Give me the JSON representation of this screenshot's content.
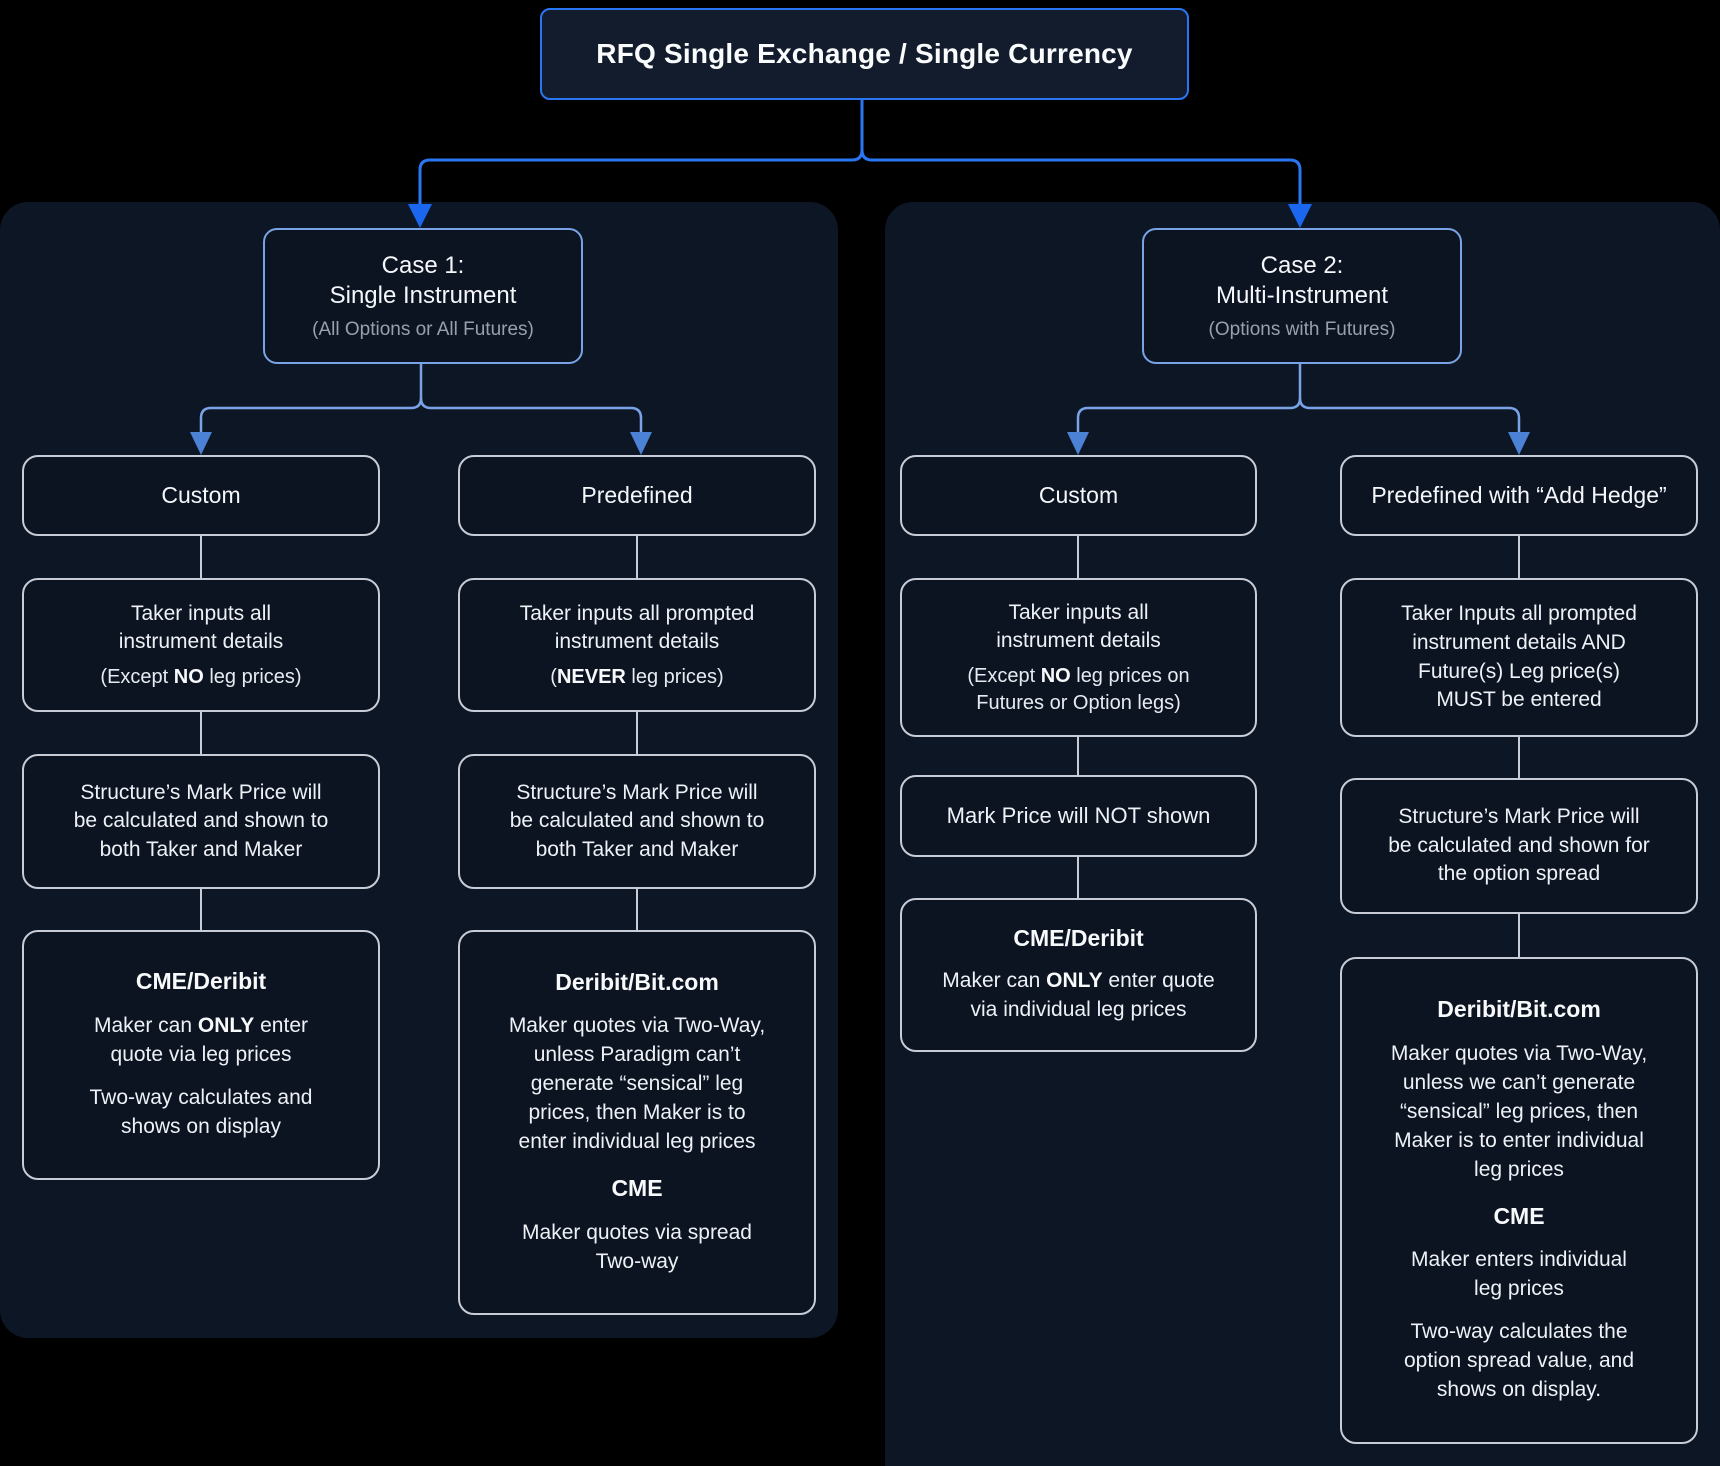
{
  "root": {
    "title": "RFQ Single Exchange / Single Currency"
  },
  "colors": {
    "accent_blue": "#2a76f2",
    "light_blue": "#7aa3e6",
    "box_border": "#c7ccd6",
    "panel_bg": "#0d1625",
    "box_bg": "#0c1422"
  },
  "case1": {
    "title_line1": "Case 1:",
    "title_line2": "Single Instrument",
    "subtitle": "(All Options or All Futures)",
    "custom": {
      "label": "Custom",
      "taker": {
        "l1": "Taker inputs all",
        "l2": "instrument details",
        "paren": {
          "pre": "(Except ",
          "bold": "NO",
          "post": " leg prices)"
        }
      },
      "mark": {
        "l1": "Structure’s Mark Price will",
        "l2": "be calculated and shown to",
        "l3": "both Taker and Maker"
      },
      "venue": {
        "header": "CME/Deribit",
        "p1": {
          "pre": "Maker can ",
          "bold": "ONLY",
          "post": " enter quote via leg prices"
        },
        "p2": "Two-way calculates and shows on display"
      }
    },
    "predefined": {
      "label": "Predefined",
      "taker": {
        "l1": "Taker inputs all prompted",
        "l2": "instrument details",
        "paren": {
          "pre": "(",
          "bold": "NEVER",
          "post": " leg prices)"
        }
      },
      "mark": {
        "l1": "Structure’s Mark Price will",
        "l2": "be calculated and shown to",
        "l3": "both Taker and Maker"
      },
      "venue": {
        "header": "Deribit/Bit.com",
        "p1": "Maker quotes via Two-Way, unless Paradigm can’t generate “sensical” leg prices, then Maker is to enter individual leg prices",
        "header2": "CME",
        "p2": "Maker quotes via spread Two-way"
      }
    }
  },
  "case2": {
    "title_line1": "Case 2:",
    "title_line2": "Multi-Instrument",
    "subtitle": "(Options with Futures)",
    "custom": {
      "label": "Custom",
      "taker": {
        "l1": "Taker inputs all",
        "l2": "instrument details",
        "paren": {
          "pre": "(Except ",
          "bold": "NO",
          "post": " leg prices on Futures or Option legs)"
        }
      },
      "mark": "Mark Price will NOT shown",
      "venue": {
        "header": "CME/Deribit",
        "p1": {
          "pre": "Maker can ",
          "bold": "ONLY",
          "post": " enter quote via individual leg prices"
        }
      }
    },
    "predefined": {
      "label": "Predefined with “Add Hedge”",
      "taker": {
        "l1": "Taker Inputs all prompted",
        "l2": "instrument details AND",
        "l3": "Future(s) Leg price(s)",
        "l4": "MUST be entered"
      },
      "mark": {
        "l1": "Structure’s Mark Price will",
        "l2": "be calculated and shown for",
        "l3": "the option spread"
      },
      "venue": {
        "header": "Deribit/Bit.com",
        "p1": "Maker quotes via Two-Way, unless we can’t generate “sensical” leg prices, then Maker is to enter individual leg prices",
        "header2": "CME",
        "p2": "Maker enters individual leg prices",
        "p3": "Two-way calculates the option spread value, and shows on display."
      }
    }
  }
}
